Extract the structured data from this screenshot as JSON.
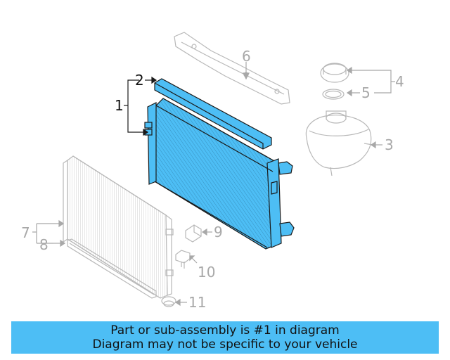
{
  "callouts": {
    "c1": "1",
    "c2": "2",
    "c3": "3",
    "c4": "4",
    "c5": "5",
    "c6": "6",
    "c7": "7",
    "c8": "8",
    "c9": "9",
    "c10": "10",
    "c11": "11"
  },
  "banner": {
    "line1": "Part or sub-assembly is #1 in diagram",
    "line2": "Diagram may not be specific to your vehicle"
  },
  "colors": {
    "highlight": "#4dbef5",
    "highlight_outline": "#1a1a1a",
    "ghost_lines": "#b8b8b8",
    "banner_bg": "#4dbef5"
  }
}
